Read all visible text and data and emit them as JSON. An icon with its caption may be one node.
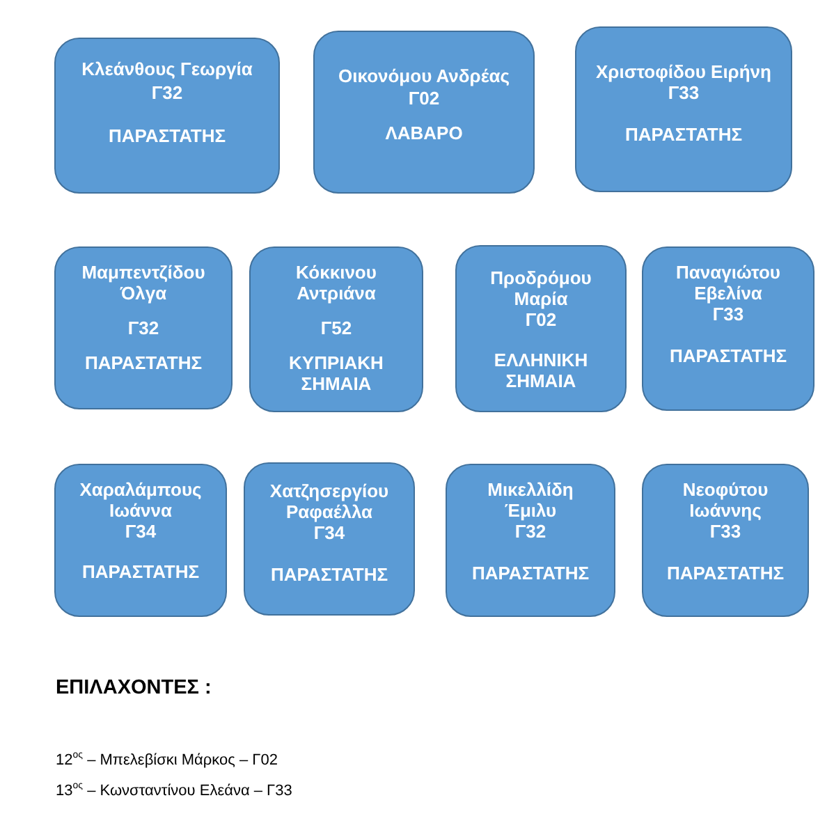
{
  "diagram": {
    "nodes": [
      {
        "text": [
          "Κλεάνθους Γεωργία",
          "Γ32",
          "ΠΑΡΑΣΤΑΤΗΣ"
        ]
      },
      {
        "text": [
          "Οικονόμου Ανδρέας",
          "Γ02",
          "ΛΑΒΑΡΟ"
        ]
      },
      {
        "text": [
          "Χριστοφίδου Ειρήνη",
          "Γ33",
          "ΠΑΡΑΣΤΑΤΗΣ"
        ]
      },
      {
        "text": [
          "Μαμπεντζίδου Όλγα",
          "Γ32",
          "ΠΑΡΑΣΤΑΤΗΣ"
        ]
      },
      {
        "text": [
          "Κόκκινου Αντριάνα",
          "Γ52",
          "ΚΥΠΡΙΑΚΗ ΣΗΜΑΙΑ"
        ]
      },
      {
        "text": [
          "Προδρόμου Μαρία",
          "Γ02",
          "ΕΛΛΗΝΙΚΗ ΣΗΜΑΙΑ"
        ]
      },
      {
        "text": [
          "Παναγιώτου Εβελίνα",
          "Γ33",
          "ΠΑΡΑΣΤΑΤΗΣ"
        ]
      },
      {
        "text": [
          "Χαραλάμπους Ιωάννα",
          "Γ34",
          "ΠΑΡΑΣΤΑΤΗΣ"
        ]
      },
      {
        "text": [
          "Χατζησεργίου Ραφαέλλα",
          "Γ34",
          "ΠΑΡΑΣΤΑΤΗΣ"
        ]
      },
      {
        "text": [
          "Μικελλίδη Έμιλυ",
          "Γ32",
          "ΠΑΡΑΣΤΑΤΗΣ"
        ]
      },
      {
        "text": [
          "Νεοφύτου Ιωάννης",
          "Γ33",
          "ΠΑΡΑΣΤΑΤΗΣ"
        ]
      }
    ],
    "labels": [
      "ΕΠΙΛΑΧΟΝΤΕΣ :",
      "12$^{ος}$ – Μπελεβίσκι Μάρκος – Γ02",
      "13$^{ος}$ – Κωνσταντίνου Ελεάνα – Γ33"
    ]
  }
}
